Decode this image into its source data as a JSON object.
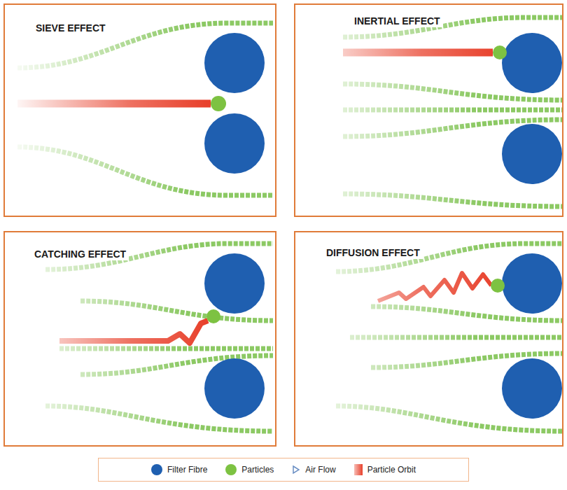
{
  "diagram": {
    "nodes": [
      {
        "text": [
          "SIEVE EFFECT"
        ]
      },
      {
        "text": [
          "INERTIAL EFFECT"
        ]
      },
      {
        "text": [
          "CATCHING EFFECT"
        ]
      },
      {
        "text": [
          "DIFFUSION EFFECT"
        ]
      }
    ],
    "legend": [
      {
        "text": "Filter Fibre",
        "color": "#1f5fb0"
      },
      {
        "text": "Particles",
        "color": "#7dc242"
      },
      {
        "text": "Air Flow"
      },
      {
        "text": "Particle Orbit",
        "color": "#e8412c"
      }
    ]
  }
}
